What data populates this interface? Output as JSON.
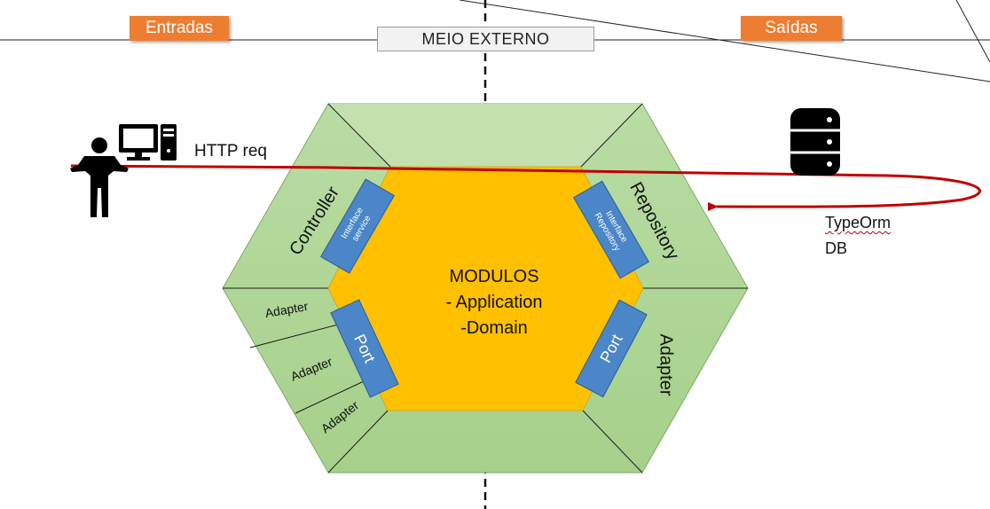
{
  "tags": {
    "inputs": "Entradas",
    "outputs": "Saídas"
  },
  "external_label": "MEIO EXTERNO",
  "http_label": "HTTP req",
  "db_labels": {
    "orm": "TypeOrm",
    "db": "DB"
  },
  "core": {
    "title": "MODULOS",
    "line1": "- Application",
    "line2": "-Domain"
  },
  "segments": {
    "controller": "Controller",
    "repository": "Repository",
    "adapter_right": "Adapter",
    "adapters_left": [
      "Adapter",
      "Adapter",
      "Adapter"
    ]
  },
  "ports": {
    "interface_service": [
      "Interface",
      "service"
    ],
    "interface_repository": [
      "Interface",
      "Repository"
    ],
    "port_left": "Port",
    "port_right": "Port"
  },
  "colors": {
    "outer_green": "#a9d18e",
    "inner_orange": "#ffc000",
    "port_blue": "#4a86c8",
    "tag_orange": "#ed7d31",
    "flow_red": "#c00000"
  },
  "icons": [
    "person-icon",
    "computer-icon",
    "database-icon"
  ]
}
